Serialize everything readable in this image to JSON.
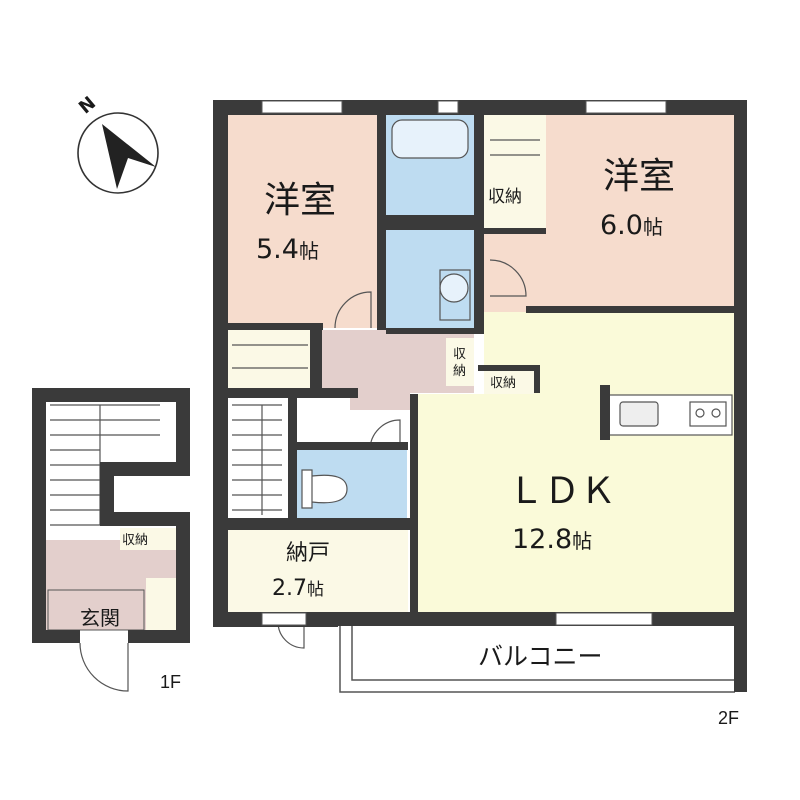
{
  "compass": {
    "north_label": "N"
  },
  "floor_2": {
    "label": "2F",
    "rooms": {
      "western_room_left": {
        "name": "洋室",
        "size": "5.4",
        "unit": "帖"
      },
      "western_room_right": {
        "name": "洋室",
        "size": "6.0",
        "unit": "帖"
      },
      "ldk": {
        "name": "ＬＤＫ",
        "size": "12.8",
        "unit": "帖"
      },
      "storeroom": {
        "name": "納戸",
        "size": "2.7",
        "unit": "帖"
      },
      "closet_right": "収納",
      "closet_hall": "収納",
      "closet_ldk": "収納",
      "balcony": "バルコニー"
    }
  },
  "floor_1": {
    "label": "1F",
    "rooms": {
      "entrance": "玄関",
      "closet": "収納"
    }
  },
  "colors": {
    "wall": "#3a3a3a",
    "western_room": "#f6dccd",
    "wet_area": "#bedcf1",
    "ldk": "#fafad9",
    "hall": "#e3cfcc",
    "storage": "#fbf9e6"
  }
}
